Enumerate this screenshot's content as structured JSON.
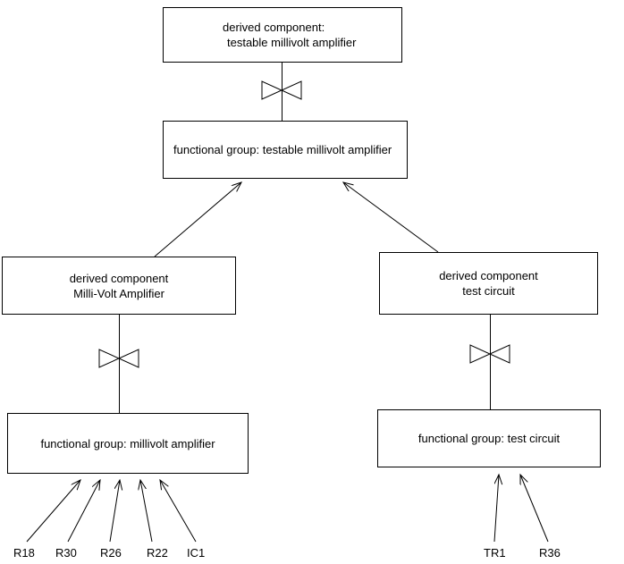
{
  "diagram": {
    "top_derived": {
      "line1": "derived component:",
      "line2": "testable millivolt amplifier"
    },
    "top_functional": {
      "label": "functional group: testable millivolt amplifier"
    },
    "left_derived": {
      "line1": "derived component",
      "line2": "Milli-Volt Amplifier"
    },
    "right_derived": {
      "line1": "derived component",
      "line2": "test circuit"
    },
    "left_functional": {
      "label": "functional group: millivolt amplifier"
    },
    "right_functional": {
      "label": "functional group: test circuit"
    },
    "left_leaves": [
      "R18",
      "R30",
      "R26",
      "R22",
      "IC1"
    ],
    "right_leaves": [
      "TR1",
      "R36"
    ],
    "colors": {
      "line": "#000000",
      "box_border": "#000000",
      "background": "#ffffff"
    }
  }
}
